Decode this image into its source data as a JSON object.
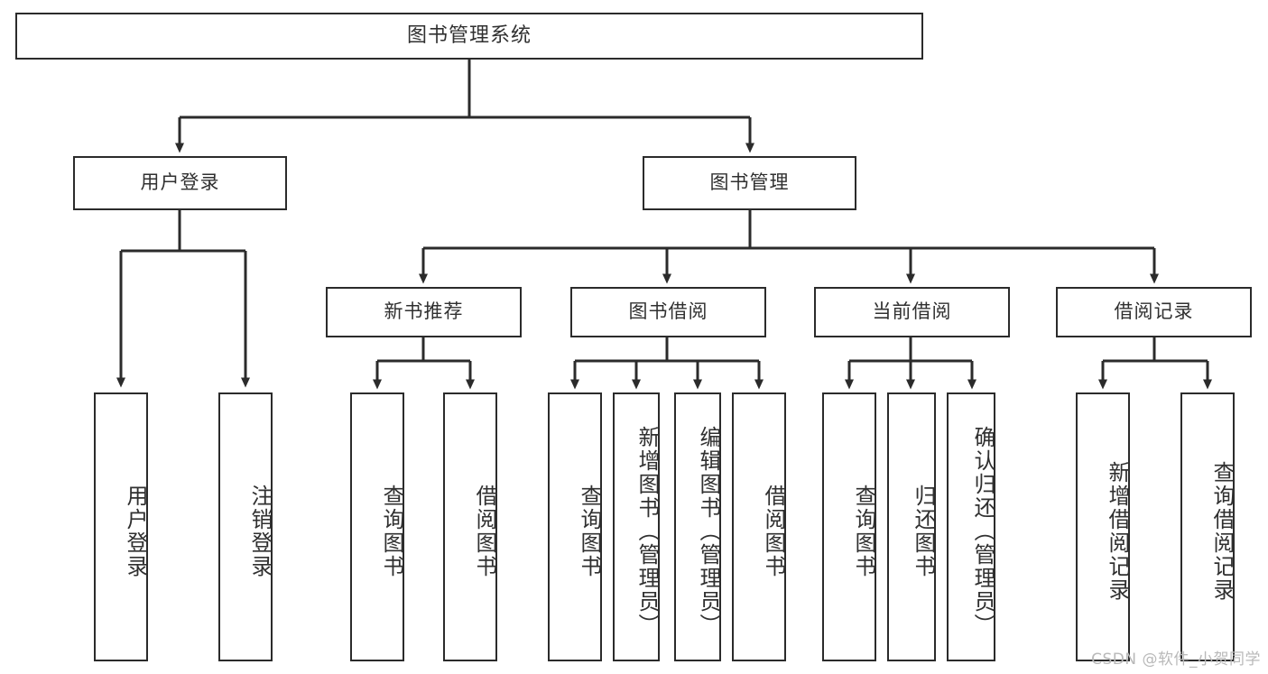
{
  "diagram": {
    "title": "图书管理系统",
    "watermark": "CSDN @软件_小贺同学",
    "colors": {
      "box_border": "#2b2b2b",
      "box_fill": "#ffffff",
      "connector": "#2b2b2b",
      "text": "#303030",
      "watermark": "#b9b9b9",
      "background": "#ffffff"
    },
    "root": {
      "label": "图书管理系统"
    },
    "level2": [
      {
        "label": "用户登录"
      },
      {
        "label": "图书管理"
      }
    ],
    "level3": [
      {
        "label": "新书推荐"
      },
      {
        "label": "图书借阅"
      },
      {
        "label": "当前借阅"
      },
      {
        "label": "借阅记录"
      }
    ],
    "leaves": {
      "user_login": [
        {
          "label": "用户登录"
        },
        {
          "label": "注销登录"
        }
      ],
      "new_book_recommend": [
        {
          "label": "查询图书"
        },
        {
          "label": "借阅图书"
        }
      ],
      "book_borrow": [
        {
          "label": "查询图书"
        },
        {
          "label": "新增图书（管理员）"
        },
        {
          "label": "编辑图书（管理员）"
        },
        {
          "label": "借阅图书"
        }
      ],
      "current_borrow": [
        {
          "label": "查询图书"
        },
        {
          "label": "归还图书"
        },
        {
          "label": "确认归还（管理员）"
        }
      ],
      "borrow_record": [
        {
          "label": "新增借阅记录"
        },
        {
          "label": "查询借阅记录"
        }
      ]
    }
  }
}
